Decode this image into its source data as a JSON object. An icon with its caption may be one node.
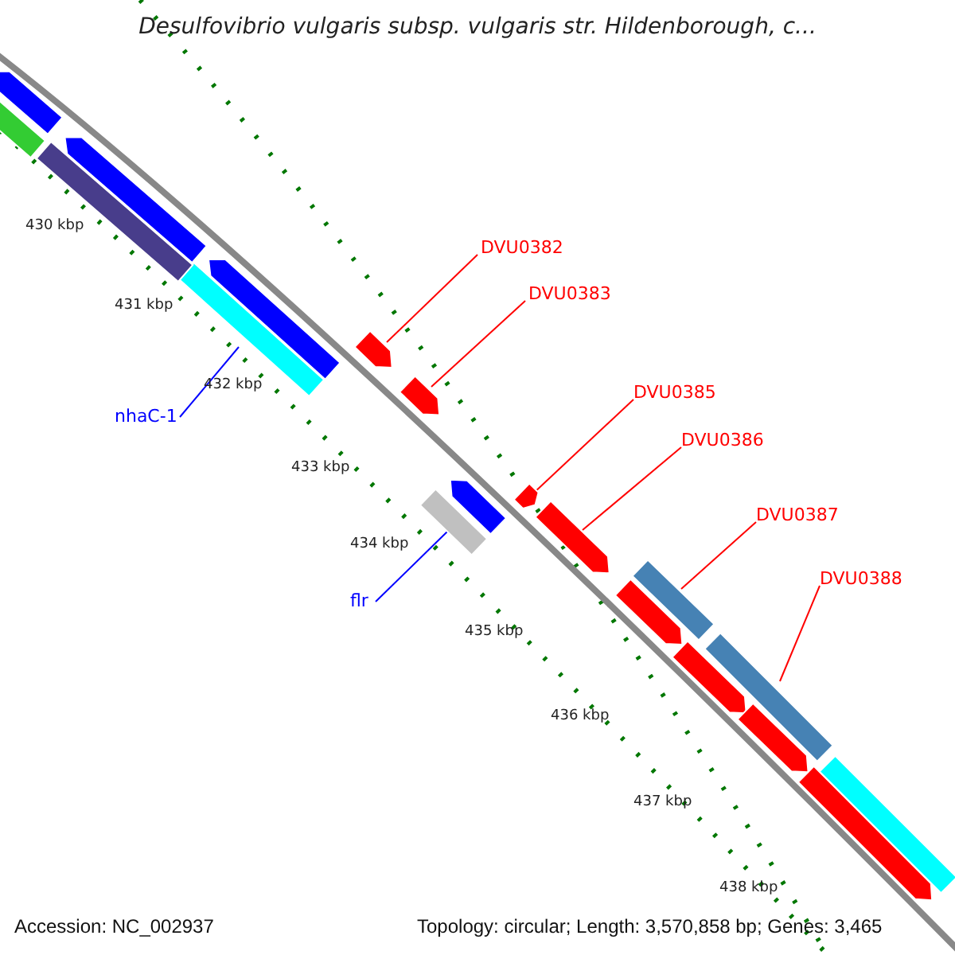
{
  "diagram": {
    "title": "Desulfovibrio vulgaris subsp. vulgaris str. Hildenborough, c...",
    "nodes": [
      {
        "text": [
          "DVU0382"
        ]
      },
      {
        "text": [
          "DVU0383"
        ]
      },
      {
        "text": [
          "nhaC-1"
        ]
      },
      {
        "text": [
          "DVU0385"
        ]
      },
      {
        "text": [
          "DVU0386"
        ]
      },
      {
        "text": [
          "DVU0387"
        ]
      },
      {
        "text": [
          "flr"
        ]
      },
      {
        "text": [
          "DVU0388"
        ]
      },
      {
        "text": [],
        "shape": "bar"
      },
      {
        "text": [],
        "shape": "bar"
      },
      {
        "text": [],
        "shape": "bar"
      },
      {
        "text": [],
        "shape": "bar"
      },
      {
        "text": [],
        "shape": "bar"
      },
      {
        "text": [],
        "shape": "bar"
      },
      {
        "text": [],
        "shape": "bar"
      },
      {
        "text": [],
        "shape": "bar"
      },
      {
        "text": [],
        "shape": "bar"
      },
      {
        "text": [],
        "shape": "bar"
      },
      {
        "text": [],
        "shape": "bar"
      },
      {
        "text": [],
        "shape": "bar"
      },
      {
        "text": [],
        "shape": "bar"
      },
      {
        "text": [],
        "shape": "bar"
      },
      {
        "text": [],
        "shape": "bar"
      },
      {
        "text": [],
        "shape": "bar"
      },
      {
        "text": [],
        "shape": "bar"
      },
      {
        "text": [],
        "shape": "bar"
      },
      {
        "text": [],
        "shape": "bar"
      }
    ],
    "edges": [
      {
        "from": 0,
        "to": 8,
        "arrow": "none"
      },
      {
        "from": 1,
        "to": 9,
        "arrow": "none"
      },
      {
        "from": 2,
        "to": 10,
        "arrow": "none",
        "color": "#0000ff"
      },
      {
        "from": 3,
        "to": 11,
        "arrow": "none"
      },
      {
        "from": 4,
        "to": 12,
        "arrow": "none"
      },
      {
        "from": 5,
        "to": 13,
        "arrow": "none"
      },
      {
        "from": 6,
        "to": 14,
        "arrow": "none",
        "color": "#0000ff"
      },
      {
        "from": 7,
        "to": 15,
        "arrow": "none"
      }
    ],
    "labels": [
      "430 kbp",
      "431 kbp",
      "432 kbp",
      "433 kbp",
      "434 kbp",
      "435 kbp",
      "436 kbp",
      "437 kbp",
      "438 kbp",
      "Accession: NC_002937",
      "Topology: circular; Length: 3,570,858 bp; Genes: 3,465"
    ]
  }
}
